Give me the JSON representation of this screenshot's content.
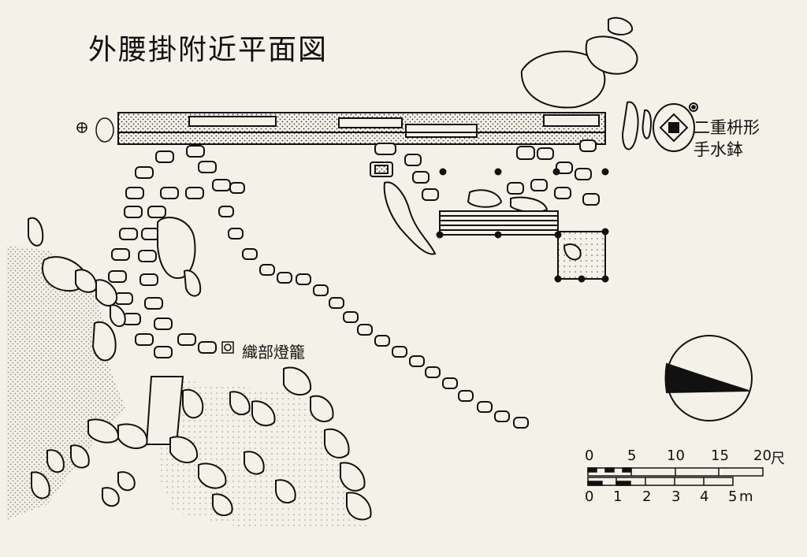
{
  "title": "外腰掛附近平面図",
  "labels": {
    "basin_line1": "二重枡形",
    "basin_line2": "手水鉢",
    "lantern": "織部燈籠"
  },
  "scale_feet": {
    "ticks": [
      "0",
      "5",
      "10",
      "15",
      "20"
    ],
    "unit": "尺"
  },
  "scale_meters": {
    "ticks": [
      "0",
      "1",
      "2",
      "3",
      "4",
      "5"
    ],
    "unit": "m"
  },
  "colors": {
    "ink": "#111111",
    "paper": "#f4f2e8"
  }
}
